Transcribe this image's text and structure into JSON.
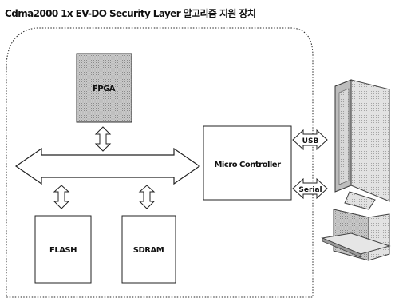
{
  "title": "Cdma2000 1x EV-DO Security Layer 알고리즘 지원 장치",
  "blocks": {
    "fpga": "FPGA",
    "flash": "FLASH",
    "sdram": "SDRAM",
    "micro": "Micro Controller"
  },
  "links": {
    "usb": "USB",
    "serial": "Serial"
  }
}
